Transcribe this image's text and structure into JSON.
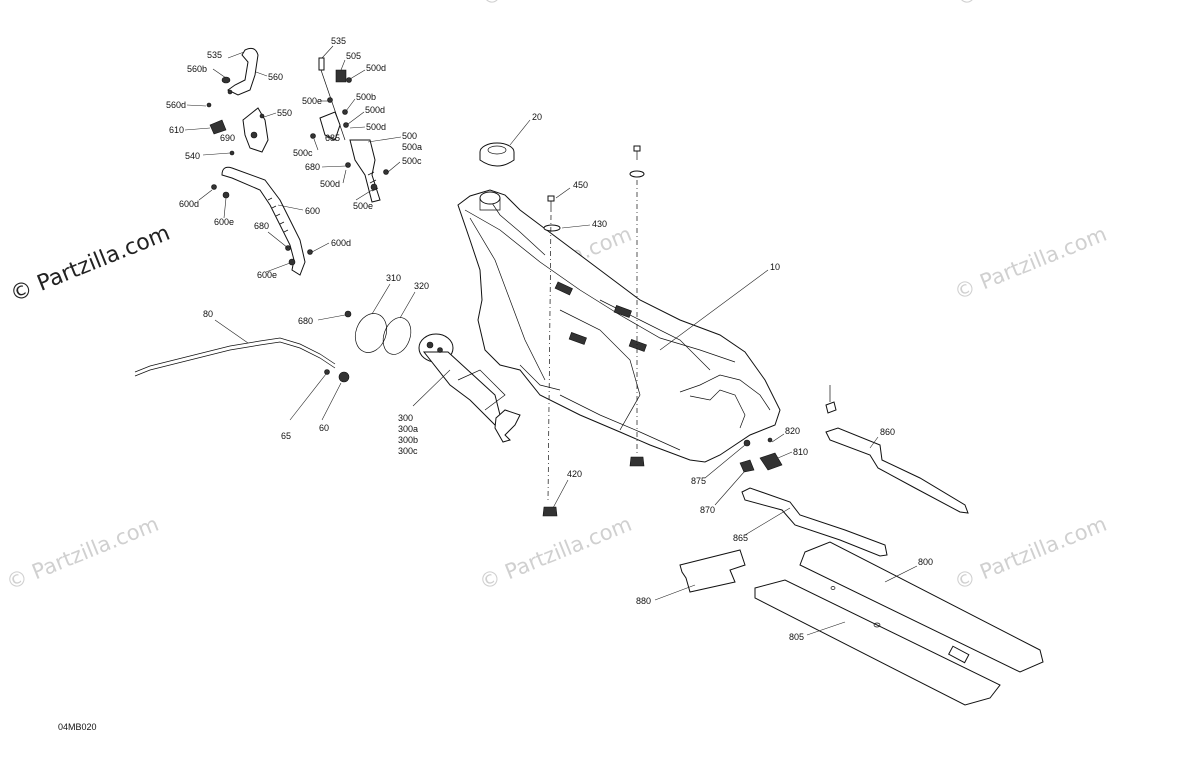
{
  "diagram_code": "04MB020",
  "watermarks": {
    "main": "© Partzilla.com",
    "faint": "© Partzilla.com"
  },
  "callouts": {
    "c535a": "535",
    "c560b": "560b",
    "c560": "560",
    "c560d": "560d",
    "c610": "610",
    "c690": "690",
    "c550": "550",
    "c540": "540",
    "c600d_a": "600d",
    "c600e_a": "600e",
    "c600": "600",
    "c680_a": "680",
    "c600d_b": "600d",
    "c600e_b": "600e",
    "c535b": "535",
    "c505": "505",
    "c500d_a": "500d",
    "c500e_a": "500e",
    "c500b": "500b",
    "c500d_b": "500d",
    "c500d_c": "500d",
    "c500": "500",
    "c500a": "500a",
    "c500c_a": "500c",
    "c685": "685",
    "c680_b": "680",
    "c500c_b": "500c",
    "c500d_d": "500d",
    "c500e_b": "500e",
    "c20": "20",
    "c450": "450",
    "c430": "430",
    "c10": "10",
    "c310": "310",
    "c320": "320",
    "c680_c": "680",
    "c80": "80",
    "c300": "300",
    "c300a": "300a",
    "c300b": "300b",
    "c300c": "300c",
    "c65": "65",
    "c60": "60",
    "c420": "420",
    "c860": "860",
    "c820": "820",
    "c810": "810",
    "c875": "875",
    "c870": "870",
    "c865": "865",
    "c800": "800",
    "c880": "880",
    "c805": "805"
  }
}
